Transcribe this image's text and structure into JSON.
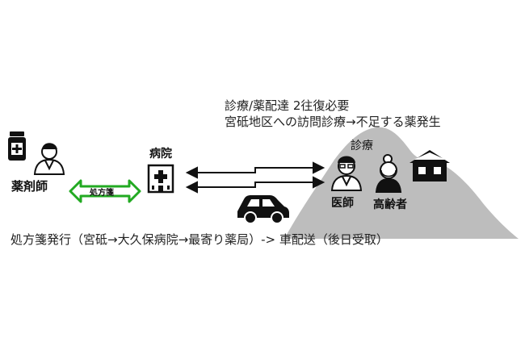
{
  "note_line1": "診療/薬配達 2往復必要",
  "note_line2": "宮砥地区への訪問診療→不足する薬発生",
  "labels": {
    "pharmacist": "薬剤師",
    "hospital": "病院",
    "prescription": "処方箋",
    "consultation": "診療",
    "doctor": "医師",
    "elderly": "高齢者"
  },
  "caption": "処方箋発行（宮砥→大久保病院→最寄り薬局）-> 車配送（後日受取）",
  "icons": [
    "medicine-bottle-icon",
    "pharmacist-person-icon",
    "hospital-icon",
    "double-arrow-icon",
    "car-icon",
    "doctor-person-icon",
    "elderly-person-icon",
    "house-icon",
    "mountain-shape"
  ],
  "colors": {
    "green_arrow": "#22aa22",
    "mountain": "#bdbdbd",
    "ink": "#111111"
  }
}
